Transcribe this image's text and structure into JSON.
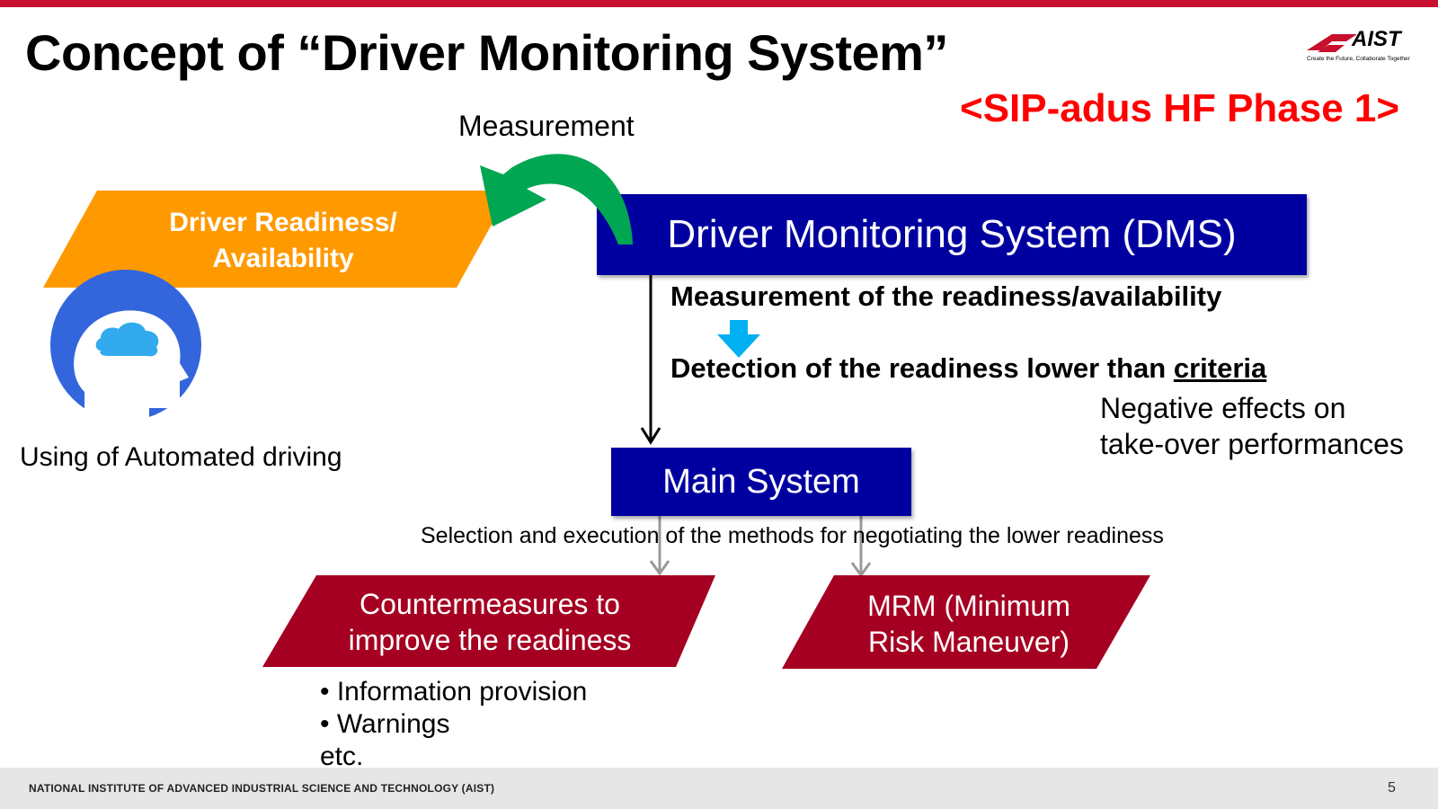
{
  "slide": {
    "title": "Concept of “Driver Monitoring System”",
    "phase_label": "<SIP-adus HF Phase 1>",
    "logo": {
      "name": "AIST",
      "tagline": "Create the Future, Collaborate Together"
    }
  },
  "diagram": {
    "measurement_label": "Measurement",
    "readiness_box": {
      "line1": "Driver Readiness/",
      "line2": "Availability"
    },
    "driver_caption": "Using of Automated driving",
    "dms_box": "Driver Monitoring System (DMS)",
    "measure_step": "Measurement of the readiness/availability",
    "detect_step": {
      "prefix": "Detection of the readiness lower than ",
      "emphasis": "criteria"
    },
    "negative_effects": {
      "line1": "Negative effects on",
      "line2": "take-over performances"
    },
    "main_system": "Main System",
    "selection_note": "Selection and execution of the methods for negotiating the lower readiness",
    "countermeasures_box": {
      "line1": "Countermeasures to",
      "line2": "improve the readiness"
    },
    "mrm_box": {
      "line1": "MRM (Minimum",
      "line2": "Risk Maneuver)"
    },
    "countermeasure_items": [
      "Information provision",
      "Warnings"
    ],
    "countermeasure_etc": "etc."
  },
  "footer": {
    "institute": "NATIONAL INSTITUTE OF ADVANCED INDUSTRIAL SCIENCE AND TECHNOLOGY (AIST)",
    "page_number": "5"
  },
  "colors": {
    "accent_red": "#c8102e",
    "phase_red": "#ff0000",
    "dms_blue": "#0000a0",
    "readiness_orange": "#ff9900",
    "action_crimson": "#a50021",
    "measurement_arrow_green": "#00a651",
    "detect_arrow_cyan": "#00b0f0",
    "head_icon_blue": "#3366dd"
  }
}
